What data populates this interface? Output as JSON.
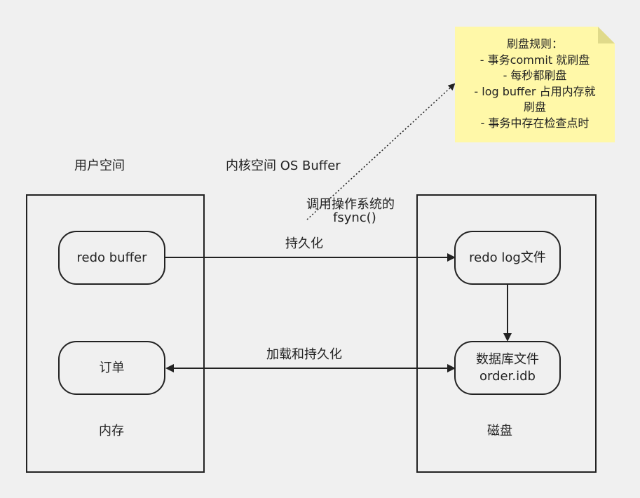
{
  "labels": {
    "user_space": "用户空间",
    "kernel_space": "内核空间 OS Buffer",
    "call_os": "调用操作系统的",
    "fsync": "fsync()",
    "persist": "持久化",
    "load_persist": "加载和持久化",
    "memory": "内存",
    "disk": "磁盘"
  },
  "nodes": {
    "redo_buffer": "redo buffer",
    "order": "订单",
    "redo_log_file": "redo log文件",
    "db_file_line1": "数据库文件",
    "db_file_line2": "order.idb"
  },
  "note": {
    "title": "刷盘规则：",
    "line1": "- 事务commit 就刷盘",
    "line2": "- 每秒都刷盘",
    "line3": "- log buffer 占用内存就",
    "line4": "刷盘",
    "line5": "- 事务中存在检查点时"
  },
  "colors": {
    "background": "#f0f0f0",
    "note_fill": "#fff8a8",
    "stroke": "#222222"
  }
}
